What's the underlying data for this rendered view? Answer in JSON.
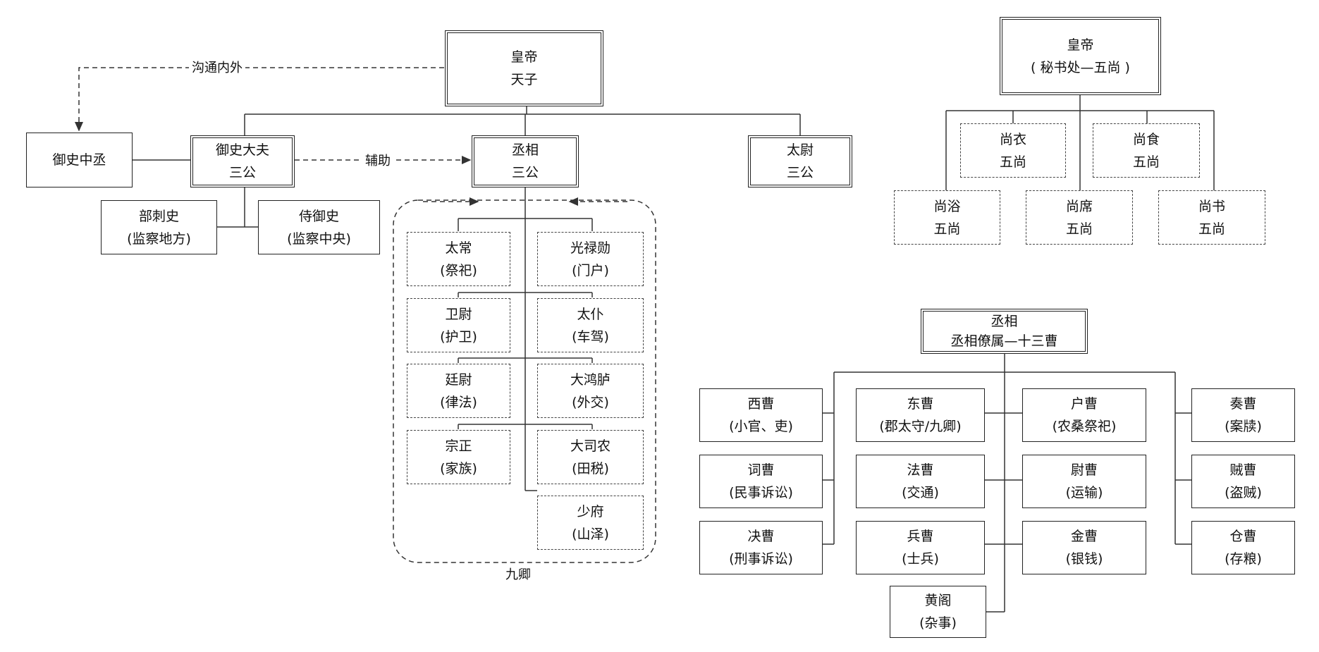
{
  "left": {
    "emperor": [
      "皇帝",
      "天子"
    ],
    "yushi_zhongcheng": "御史中丞",
    "yushi_dafu": [
      "御史大夫",
      "三公"
    ],
    "chengxiang": [
      "丞相",
      "三公"
    ],
    "taiwei": [
      "太尉",
      "三公"
    ],
    "bu_cishi": [
      "部刺史",
      "(监察地方)"
    ],
    "shi_yushi": [
      "侍御史",
      "(监察中央)"
    ],
    "label_goutong": "沟通内外",
    "label_fuzhu": "辅助",
    "label_jiuqing": "九卿",
    "ministers": [
      [
        "太常",
        "(祭祀)"
      ],
      [
        "光禄勋",
        "(门户)"
      ],
      [
        "卫尉",
        "(护卫)"
      ],
      [
        "太仆",
        "(车驾)"
      ],
      [
        "廷尉",
        "(律法)"
      ],
      [
        "大鸿胪",
        "(外交)"
      ],
      [
        "宗正",
        "(家族)"
      ],
      [
        "大司农",
        "(田税)"
      ],
      [
        "少府",
        "(山泽)"
      ]
    ]
  },
  "topright": {
    "emperor": [
      "皇帝",
      "( 秘书处—五尚 )"
    ],
    "shang": [
      [
        "尚衣",
        "五尚"
      ],
      [
        "尚食",
        "五尚"
      ],
      [
        "尚浴",
        "五尚"
      ],
      [
        "尚席",
        "五尚"
      ],
      [
        "尚书",
        "五尚"
      ]
    ]
  },
  "bottomright": {
    "chengxiang": [
      "丞相",
      "丞相僚属—十三曹"
    ],
    "cao": [
      [
        "西曹",
        "(小官、吏)"
      ],
      [
        "东曹",
        "(郡太守/九卿)"
      ],
      [
        "户曹",
        "(农桑祭祀)"
      ],
      [
        "奏曹",
        "(案牍)"
      ],
      [
        "词曹",
        "(民事诉讼)"
      ],
      [
        "法曹",
        "(交通)"
      ],
      [
        "尉曹",
        "(运输)"
      ],
      [
        "贼曹",
        "(盗贼)"
      ],
      [
        "决曹",
        "(刑事诉讼)"
      ],
      [
        "兵曹",
        "(士兵)"
      ],
      [
        "金曹",
        "(银钱)"
      ],
      [
        "仓曹",
        "(存粮)"
      ],
      [
        "黄阁",
        "(杂事)"
      ]
    ]
  }
}
